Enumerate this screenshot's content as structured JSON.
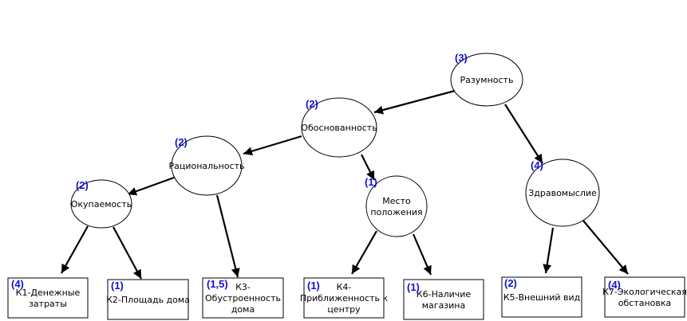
{
  "nodes": [
    {
      "id": "razumnost",
      "weight": "(3)",
      "label": [
        "Разумность"
      ]
    },
    {
      "id": "obosnovannost",
      "weight": "(2)",
      "label": [
        "Обоснованность"
      ]
    },
    {
      "id": "racionalnost",
      "weight": "(2)",
      "label": [
        "Рациональность"
      ]
    },
    {
      "id": "okupaemost",
      "weight": "(2)",
      "label": [
        "Окупаемость"
      ]
    },
    {
      "id": "mesto",
      "weight": "(1)",
      "label": [
        "Место",
        "положения"
      ]
    },
    {
      "id": "zdravomyslie",
      "weight": "(4)",
      "label": [
        "Здравомыслие"
      ]
    },
    {
      "id": "k1",
      "weight": "(4)",
      "label": [
        "К1-Денежные",
        "затраты"
      ]
    },
    {
      "id": "k2",
      "weight": "(1)",
      "label": [
        "К2-Площадь дома"
      ]
    },
    {
      "id": "k3",
      "weight": "(1,5)",
      "label": [
        "К3-",
        "Обустроенность",
        "дома"
      ]
    },
    {
      "id": "k4",
      "weight": "(1)",
      "label": [
        "К4-",
        "Приближенность к",
        "центру"
      ]
    },
    {
      "id": "k6",
      "weight": "(1)",
      "label": [
        "К6-Наличие",
        "магазина"
      ]
    },
    {
      "id": "k5",
      "weight": "(2)",
      "label": [
        "К5-Внешний вид"
      ]
    },
    {
      "id": "k7",
      "weight": "(4)",
      "label": [
        "К7-Экологическая",
        "обстановка"
      ]
    }
  ],
  "edges": [
    {
      "from": "razumnost",
      "to": "obosnovannost"
    },
    {
      "from": "razumnost",
      "to": "zdravomyslie"
    },
    {
      "from": "obosnovannost",
      "to": "racionalnost"
    },
    {
      "from": "obosnovannost",
      "to": "mesto"
    },
    {
      "from": "racionalnost",
      "to": "okupaemost"
    },
    {
      "from": "racionalnost",
      "to": "k3"
    },
    {
      "from": "okupaemost",
      "to": "k1"
    },
    {
      "from": "okupaemost",
      "to": "k2"
    },
    {
      "from": "mesto",
      "to": "k4"
    },
    {
      "from": "mesto",
      "to": "k6"
    },
    {
      "from": "zdravomyslie",
      "to": "k5"
    },
    {
      "from": "zdravomyslie",
      "to": "k7"
    }
  ]
}
